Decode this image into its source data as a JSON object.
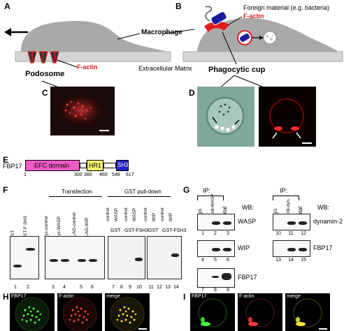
{
  "panels": [
    "A",
    "B",
    "C",
    "D",
    "E",
    "F",
    "G",
    "H",
    "I"
  ],
  "panelA": {
    "podosome": "Podosome",
    "factin": "F-actin",
    "macrophage": "Macrophage",
    "ecm": "Extracellular Matrix"
  },
  "panelB": {
    "foreign": "Foreign material (e.g. bacteria)",
    "factin": "F-actin",
    "cup": "Phagocytic cup"
  },
  "panelE": {
    "protein": "FBP17",
    "domains": [
      "EFC domain",
      "HR1",
      "SH3"
    ],
    "positions": [
      "1",
      "300",
      "380",
      "460",
      "548",
      "617"
    ]
  },
  "panelF": {
    "transfection": "Transfection",
    "pulldown": "GST pull-down",
    "left_lanes": [
      "GST",
      "GST-F SH3",
      "Myc-control",
      "Myc-WASP",
      "FLAG-control",
      "FLAG-WIP"
    ],
    "mid_top": [
      "control",
      "WASP",
      "control",
      "WASP"
    ],
    "mid_bottom": [
      "GST",
      "GST-FSH3"
    ],
    "right_top": [
      "control",
      "WIP",
      "control",
      "WIP"
    ],
    "right_bottom": [
      "GST",
      "GST-FSH3"
    ],
    "lane_numbers": [
      "1",
      "2",
      "3",
      "4",
      "5",
      "6",
      "7",
      "8",
      "9",
      "10",
      "11",
      "12",
      "13",
      "14"
    ]
  },
  "panelG": {
    "ip": "IP:",
    "wb": "WB:",
    "left_cols": [
      "IgG",
      "anti-WASP",
      "total"
    ],
    "right_cols": [
      "IgG",
      "anti-dyn.",
      "total"
    ],
    "left_blots": [
      "WASP",
      "WIP",
      "FBP17"
    ],
    "right_blots": [
      "dynamin-2",
      "FBP17"
    ],
    "left_lanes": [
      [
        "1",
        "2",
        "3"
      ],
      [
        "4",
        "5",
        "6"
      ],
      [
        "7",
        "8",
        "9"
      ]
    ],
    "right_lanes": [
      [
        "10",
        "11",
        "12"
      ],
      [
        "13",
        "14",
        "15"
      ]
    ]
  },
  "panelH": {
    "labels": [
      "FBP17",
      "F-actin",
      "merge"
    ]
  },
  "panelI": {
    "labels": [
      "FBP17",
      "F-actin",
      "merge"
    ]
  },
  "colors": {
    "red": "#e31b1b",
    "efc": "#f25ac8",
    "hr1": "#f4f36a",
    "sh3": "#2222cc"
  }
}
